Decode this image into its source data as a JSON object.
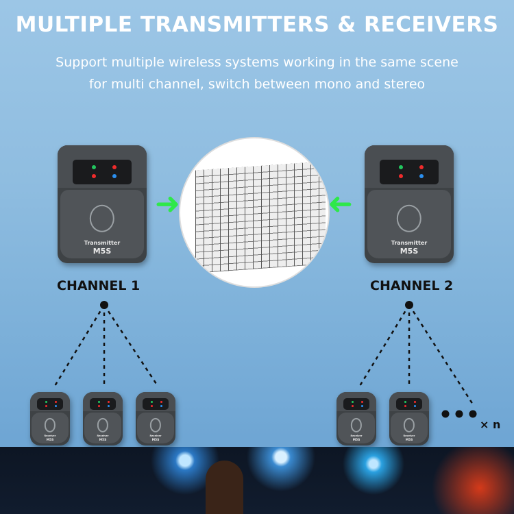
{
  "header": {
    "title": "MULTIPLE TRANSMITTERS & RECEIVERS",
    "subtitle_line1": "Support multiple wireless systems working in the same scene",
    "subtitle_line2": "for multi channel, switch between mono and stereo"
  },
  "transmitter": {
    "type_label": "Transmitter",
    "model": "M5S"
  },
  "receiver": {
    "type_label": "Receiver",
    "model": "M5S"
  },
  "channels": [
    {
      "label": "CHANNEL 1"
    },
    {
      "label": "CHANNEL 2"
    }
  ],
  "more_label": "× n",
  "colors": {
    "arrow": "#2ee84a",
    "led_green": "#22c55e",
    "led_red": "#ef2b2b",
    "led_blue": "#2b8fef"
  }
}
